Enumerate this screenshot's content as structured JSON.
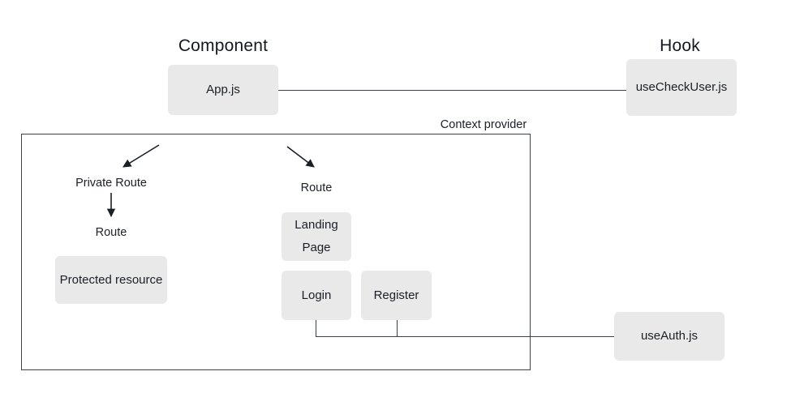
{
  "diagram": {
    "title_component": "Component",
    "title_hook": "Hook",
    "group_label": "Context provider",
    "colors": {
      "box_fill": "#e9e9e9",
      "stroke": "#3b4049",
      "text": "#1b1f26",
      "background": "#ffffff"
    },
    "nodes": {
      "app": "App.js",
      "use_check_user": "useCheckUser.js",
      "private_route": "Private Route",
      "private_route_child": "Route",
      "protected_resource": "Protected resource",
      "public_route": "Route",
      "landing_line1": "Landing",
      "landing_line2": "Page",
      "login": "Login",
      "register": "Register",
      "use_auth": "useAuth.js"
    },
    "edges": [
      {
        "from": "App.js",
        "to": "useCheckUser.js",
        "style": "line"
      },
      {
        "from": "App.js",
        "to": "Private Route",
        "style": "arrow"
      },
      {
        "from": "App.js",
        "to": "Route",
        "style": "arrow"
      },
      {
        "from": "Private Route",
        "to": "Route",
        "style": "arrow"
      },
      {
        "from": "Login",
        "to": "useAuth.js",
        "style": "line"
      },
      {
        "from": "Register",
        "to": "useAuth.js",
        "style": "line"
      }
    ]
  }
}
